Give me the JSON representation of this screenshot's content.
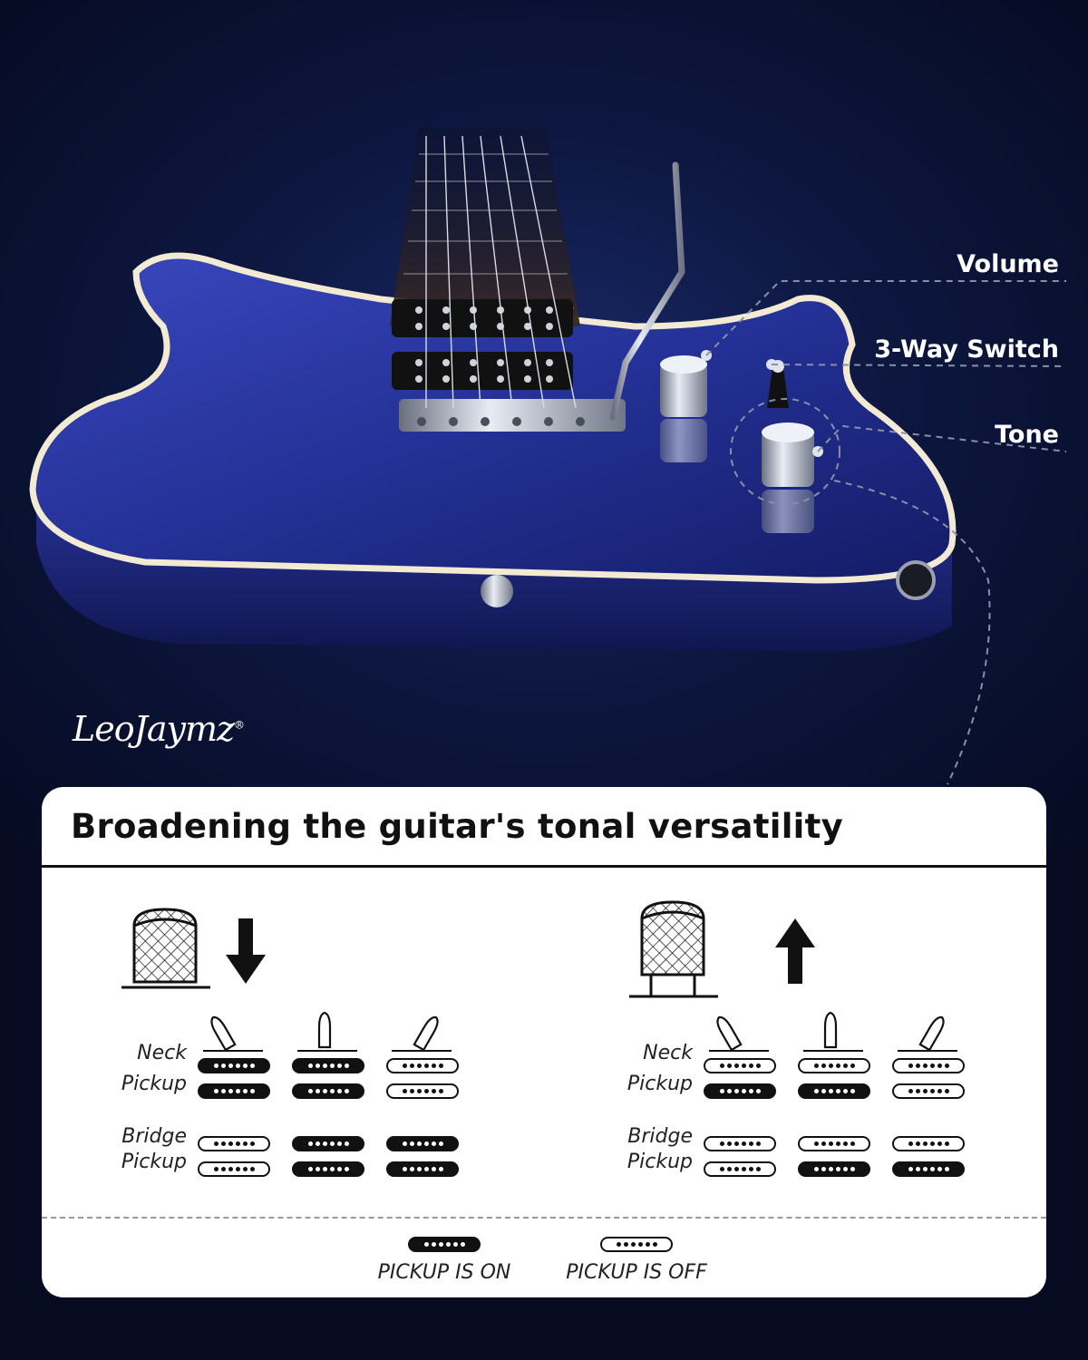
{
  "callouts": {
    "volume": "Volume",
    "switch": "3-Way Switch",
    "tone": "Tone"
  },
  "brand": {
    "logo": "LeoJaymz",
    "mark": "®"
  },
  "card": {
    "title": "Broadening the guitar's tonal versatility",
    "panels": [
      {
        "knob": "pushed-down",
        "arrow": "down-arrow-icon",
        "neck_label": "Neck",
        "bridge_label": "Bridge",
        "pickup_label": "Pickup",
        "positions": [
          {
            "selector": "left",
            "neck": [
              "on",
              "on"
            ],
            "bridge": [
              "off",
              "off"
            ]
          },
          {
            "selector": "middle",
            "neck": [
              "on",
              "on"
            ],
            "bridge": [
              "on",
              "on"
            ]
          },
          {
            "selector": "right",
            "neck": [
              "off",
              "off"
            ],
            "bridge": [
              "on",
              "on"
            ]
          }
        ]
      },
      {
        "knob": "pulled-up",
        "arrow": "up-arrow-icon",
        "neck_label": "Neck",
        "bridge_label": "Bridge",
        "pickup_label": "Pickup",
        "positions": [
          {
            "selector": "left",
            "neck": [
              "off",
              "on"
            ],
            "bridge": [
              "off",
              "off"
            ]
          },
          {
            "selector": "middle",
            "neck": [
              "off",
              "on"
            ],
            "bridge": [
              "off",
              "on"
            ]
          },
          {
            "selector": "right",
            "neck": [
              "off",
              "off"
            ],
            "bridge": [
              "off",
              "on"
            ]
          }
        ]
      }
    ],
    "legend": {
      "on": "PICKUP IS ON",
      "off": "PICKUP IS OFF"
    }
  },
  "colors": {
    "background": "#0d1740",
    "guitar_body": "#2a3aa8",
    "binding": "#f2ead2",
    "card": "#ffffff",
    "ink": "#111111"
  }
}
